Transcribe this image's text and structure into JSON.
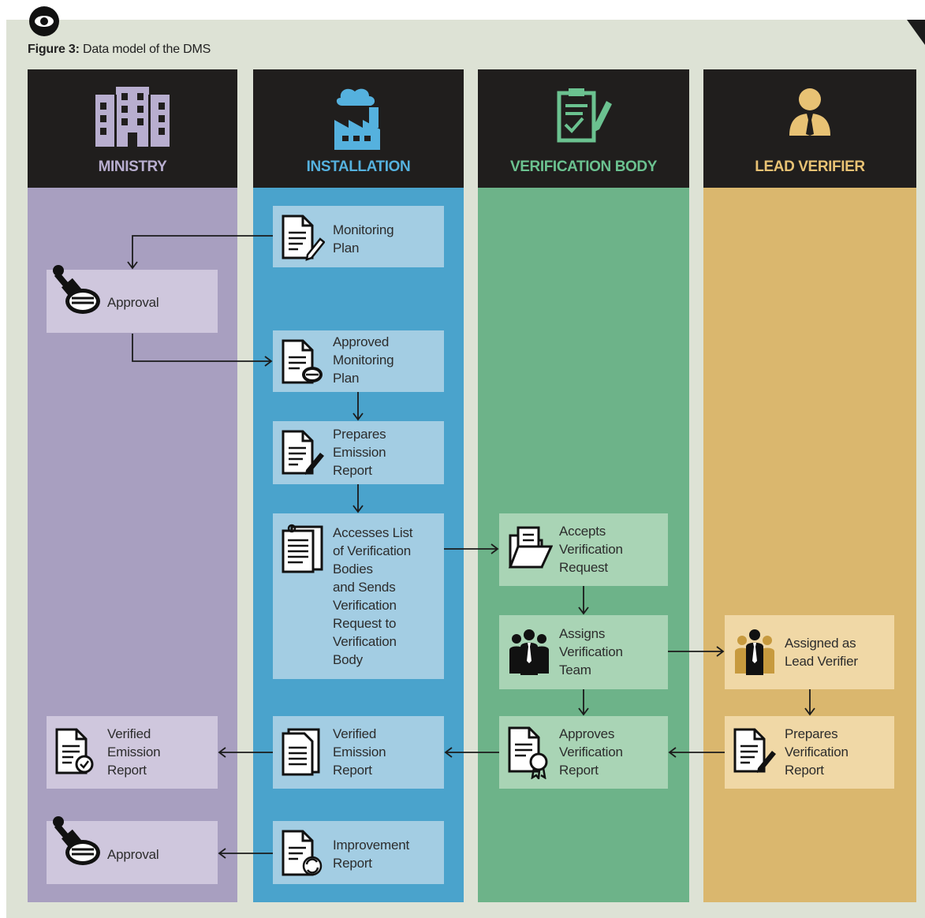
{
  "caption": {
    "label": "Figure 3:",
    "text": "Data model of the DMS"
  },
  "lanes": {
    "ministry": "MINISTRY",
    "installation": "INSTALLATION",
    "verification_body": "VERIFICATION BODY",
    "lead_verifier": "LEAD VERIFIER"
  },
  "colors": {
    "ministry": "#a89fc0",
    "installation": "#4aa3cc",
    "verification_body": "#6db389",
    "lead_verifier": "#dab76e",
    "header": "#201e1d"
  },
  "steps": {
    "monitoring_plan": "Monitoring\nPlan",
    "approval_1": "Approval",
    "approved_monitoring_plan": "Approved\nMonitoring\nPlan",
    "prepares_emission_report": "Prepares\nEmission\nReport",
    "accesses_list": "Accesses List\nof Verification\nBodies\nand Sends\nVerification\nRequest to\nVerification\nBody",
    "accepts_request": "Accepts\nVerification\nRequest",
    "assigns_team": "Assigns\nVerification\nTeam",
    "assigned_lead": "Assigned as\nLead Verifier",
    "prepares_verification_report": "Prepares\nVerification\nReport",
    "approves_verification_report": "Approves\nVerification\nReport",
    "verified_emission_report_installation": "Verified\nEmission\nReport",
    "verified_emission_report_ministry": "Verified\nEmission\nReport",
    "improvement_report": "Improvement\nReport",
    "approval_2": "Approval"
  }
}
